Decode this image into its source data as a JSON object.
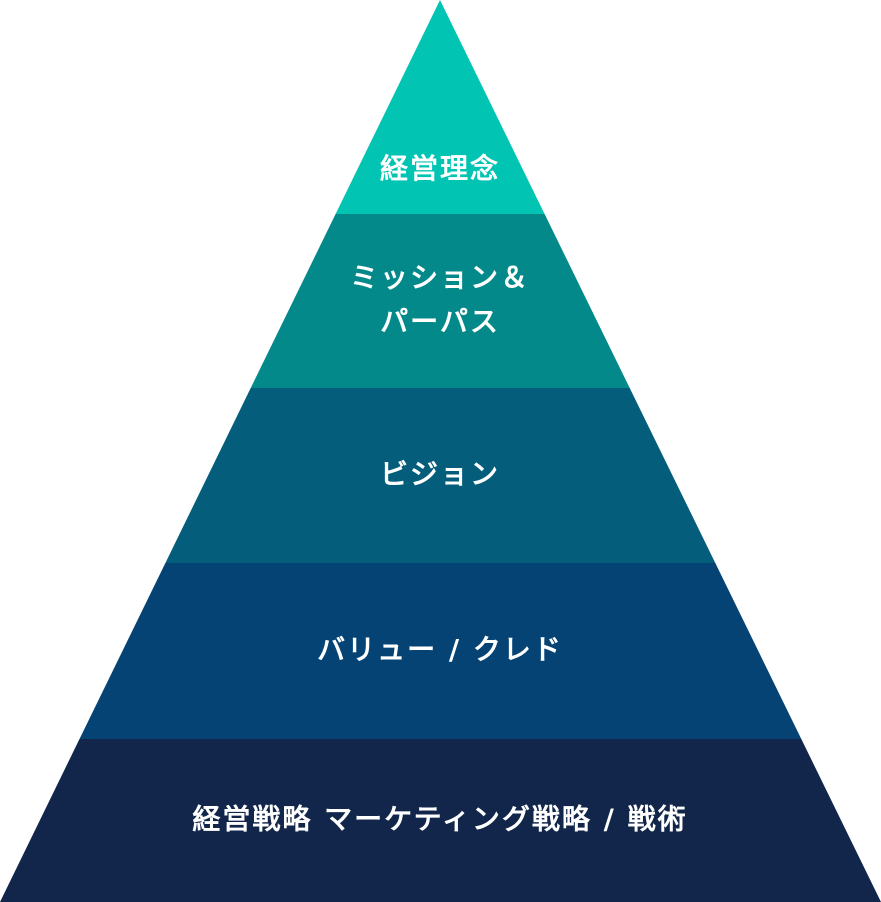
{
  "pyramid": {
    "tiers": [
      {
        "lines": [
          "経営理念"
        ],
        "color": "#02c4b3"
      },
      {
        "lines": [
          "ミッション＆",
          "パーパス"
        ],
        "color": "#04898a"
      },
      {
        "lines": [
          "ビジョン"
        ],
        "color": "#035d7b"
      },
      {
        "lines": [
          "バリュー / クレド"
        ],
        "color": "#054374"
      },
      {
        "lines": [
          "経営戦略 マーケティング戦略 / 戦術"
        ],
        "color": "#11264a"
      }
    ]
  }
}
